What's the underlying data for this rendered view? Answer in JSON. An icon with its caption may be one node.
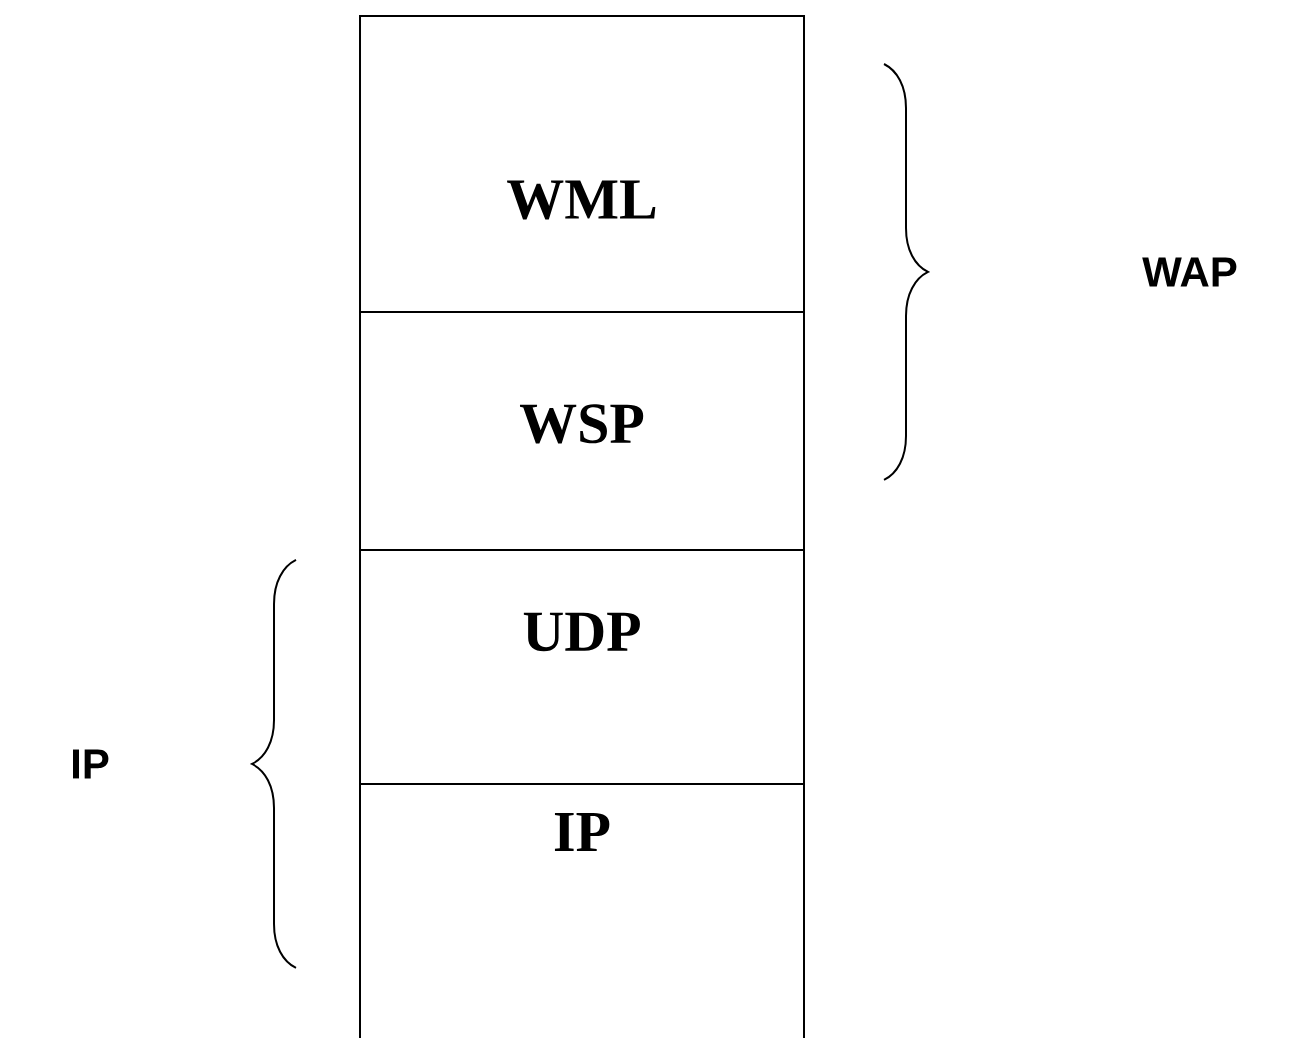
{
  "diagram": {
    "nodes": [
      {
        "text": [
          "WML"
        ]
      },
      {
        "text": [
          "WSP"
        ]
      },
      {
        "text": [
          "UDP"
        ]
      },
      {
        "text": [
          "IP"
        ]
      }
    ],
    "labels": [
      "WAP",
      "IP"
    ]
  }
}
